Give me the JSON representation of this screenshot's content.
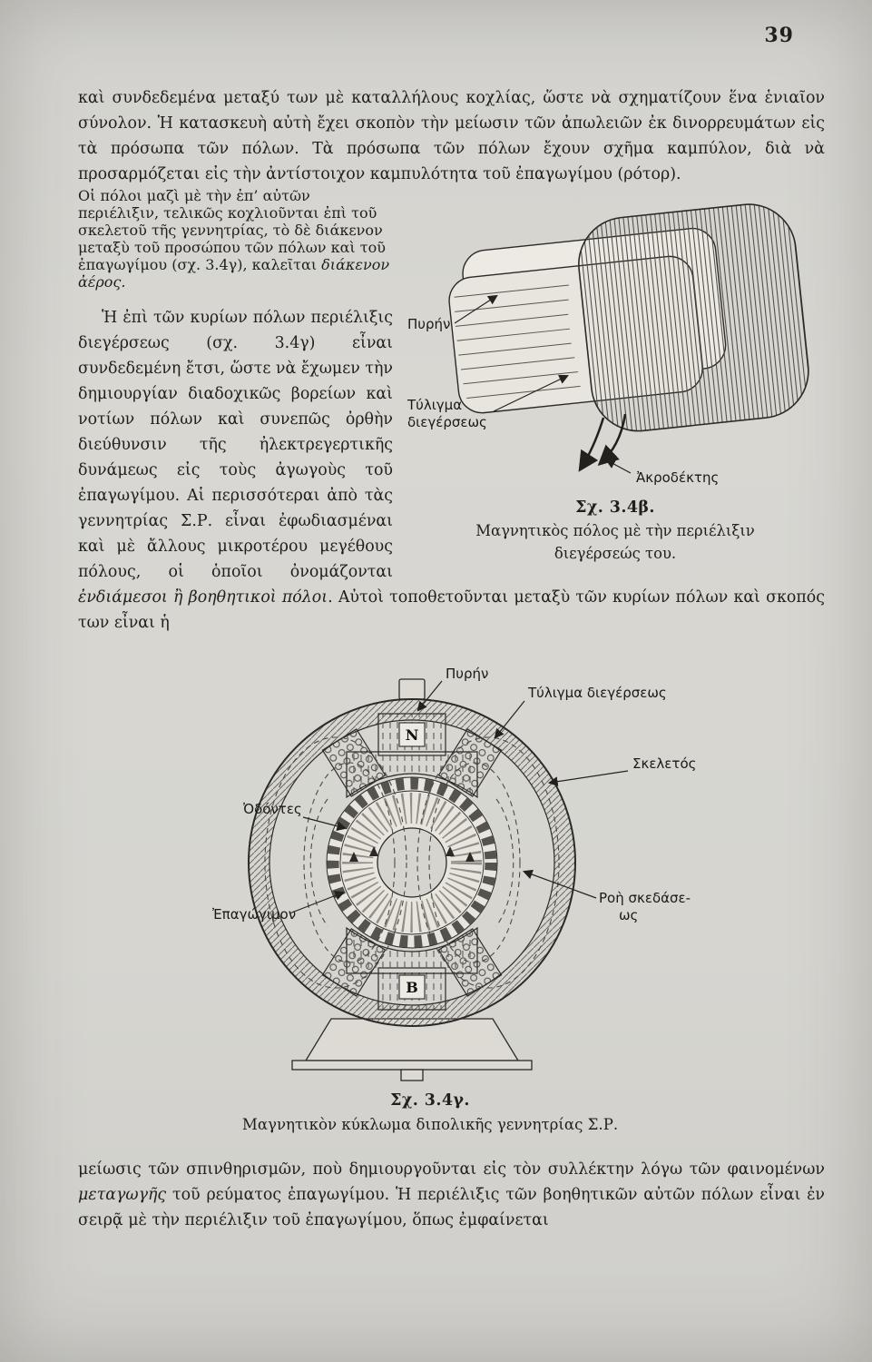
{
  "page": {
    "number": "39"
  },
  "body": {
    "p1a": "καὶ συνδεδεμένα μεταξύ των μὲ καταλλήλους κοχλίας, ὥστε νὰ σχηματίζουν ἕνα ἑνιαῖον σύνολον. Ἡ κατασκευὴ αὐτὴ ἔχει σκοπὸν τὴν μείωσιν τῶν ἀπωλειῶν ἐκ δινορρευμάτων εἰς τὰ πρόσωπα τῶν πόλων. Τὰ πρόσωπα τῶν πόλων ἔχουν σχῆμα καμπύλον, διὰ νὰ προσαρμόζεται εἰς τὴν ἀντίστοιχον καμπυλότητα τοῦ ἐπαγωγίμου (ρότορ). ",
    "p1b": "Οἱ πόλοι μαζὶ μὲ τὴν ἐπ’ αὐτῶν περιέλιξιν, τελικῶς κοχλιοῦνται ἐπὶ τοῦ σκελετοῦ τῆς γεννητρίας, τὸ δὲ διάκενον μεταξὺ τοῦ προσώπου τῶν πόλων καὶ τοῦ ἐπαγωγίμου (σχ. 3.4γ), καλεῖται ",
    "p1c_italic": "διάκενον ἀέρος.",
    "p2a": "Ἡ ἐπὶ τῶν κυρίων πόλων περιέλιξις διεγέρσεως (σχ. 3.4γ) εἶναι συνδεδεμένη ἔτσι, ὥστε νὰ ἔχωμεν τὴν δημιουργίαν διαδοχικῶς βορείων καὶ νοτίων πόλων καὶ συνεπῶς ὀρθὴν διεύθυνσιν τῆς ἠλεκτρεγερτικῆς δυνάμεως εἰς τοὺς ἀγωγοὺς τοῦ ἐπαγωγίμου. Αἱ περισσότεραι ἀπὸ τὰς γεννητρίας Σ.Ρ. εἶναι ἐφωδιασμέναι καὶ μὲ ἄλλους μικροτέρου μεγέθους πόλους, οἱ ὁποῖοι ὀνομάζονται ",
    "p2b_italic": "ἐνδιάμεσοι ἢ βοηθητικοὶ πόλοι",
    "p2c": ". Αὐτοὶ τοποθετοῦνται μεταξὺ τῶν κυρίων πόλων καὶ σκοπός των εἶναι ἡ",
    "p3a": "μείωσις τῶν σπινθηρισμῶν, ποὺ δημιουργοῦνται εἰς τὸν συλλέκτην λόγω τῶν φαινομένων ",
    "p3b_italic": "μεταγωγῆς",
    "p3c": " τοῦ ρεύματος ἐπαγωγίμου. Ἡ περιέλιξις τῶν βοηθητικῶν αὐτῶν πόλων εἶναι ἐν σειρᾷ μὲ τὴν περιέλιξιν τοῦ ἐπαγωγίμου, ὅπως ἐμφαίνεται"
  },
  "figure_b": {
    "label_core": "Πυρήν",
    "label_winding_1": "Τύλιγμα",
    "label_winding_2": "διεγέρσεως",
    "label_terminal": "Ἀκροδέκτης",
    "caption_title": "Σχ. 3.4β.",
    "caption_text": "Μαγνητικὸς πόλος μὲ τὴν περιέλιξιν διεγέρσεώς του."
  },
  "figure_c": {
    "label_core": "Πυρήν",
    "label_winding": "Τύλιγμα διεγέρσεως",
    "label_frame": "Σκελετός",
    "label_teeth": "Ὀδόντες",
    "label_armature": "Ἐπαγώγιμον",
    "label_leakage_1": "Ροὴ σκεδάσε-",
    "label_leakage_2": "ως",
    "pole_top": "N",
    "pole_bottom": "B",
    "caption_title": "Σχ. 3.4γ.",
    "caption_text": "Μαγνητικὸν κύκλωμα διπολικῆς γεννητρίας Σ.Ρ."
  }
}
